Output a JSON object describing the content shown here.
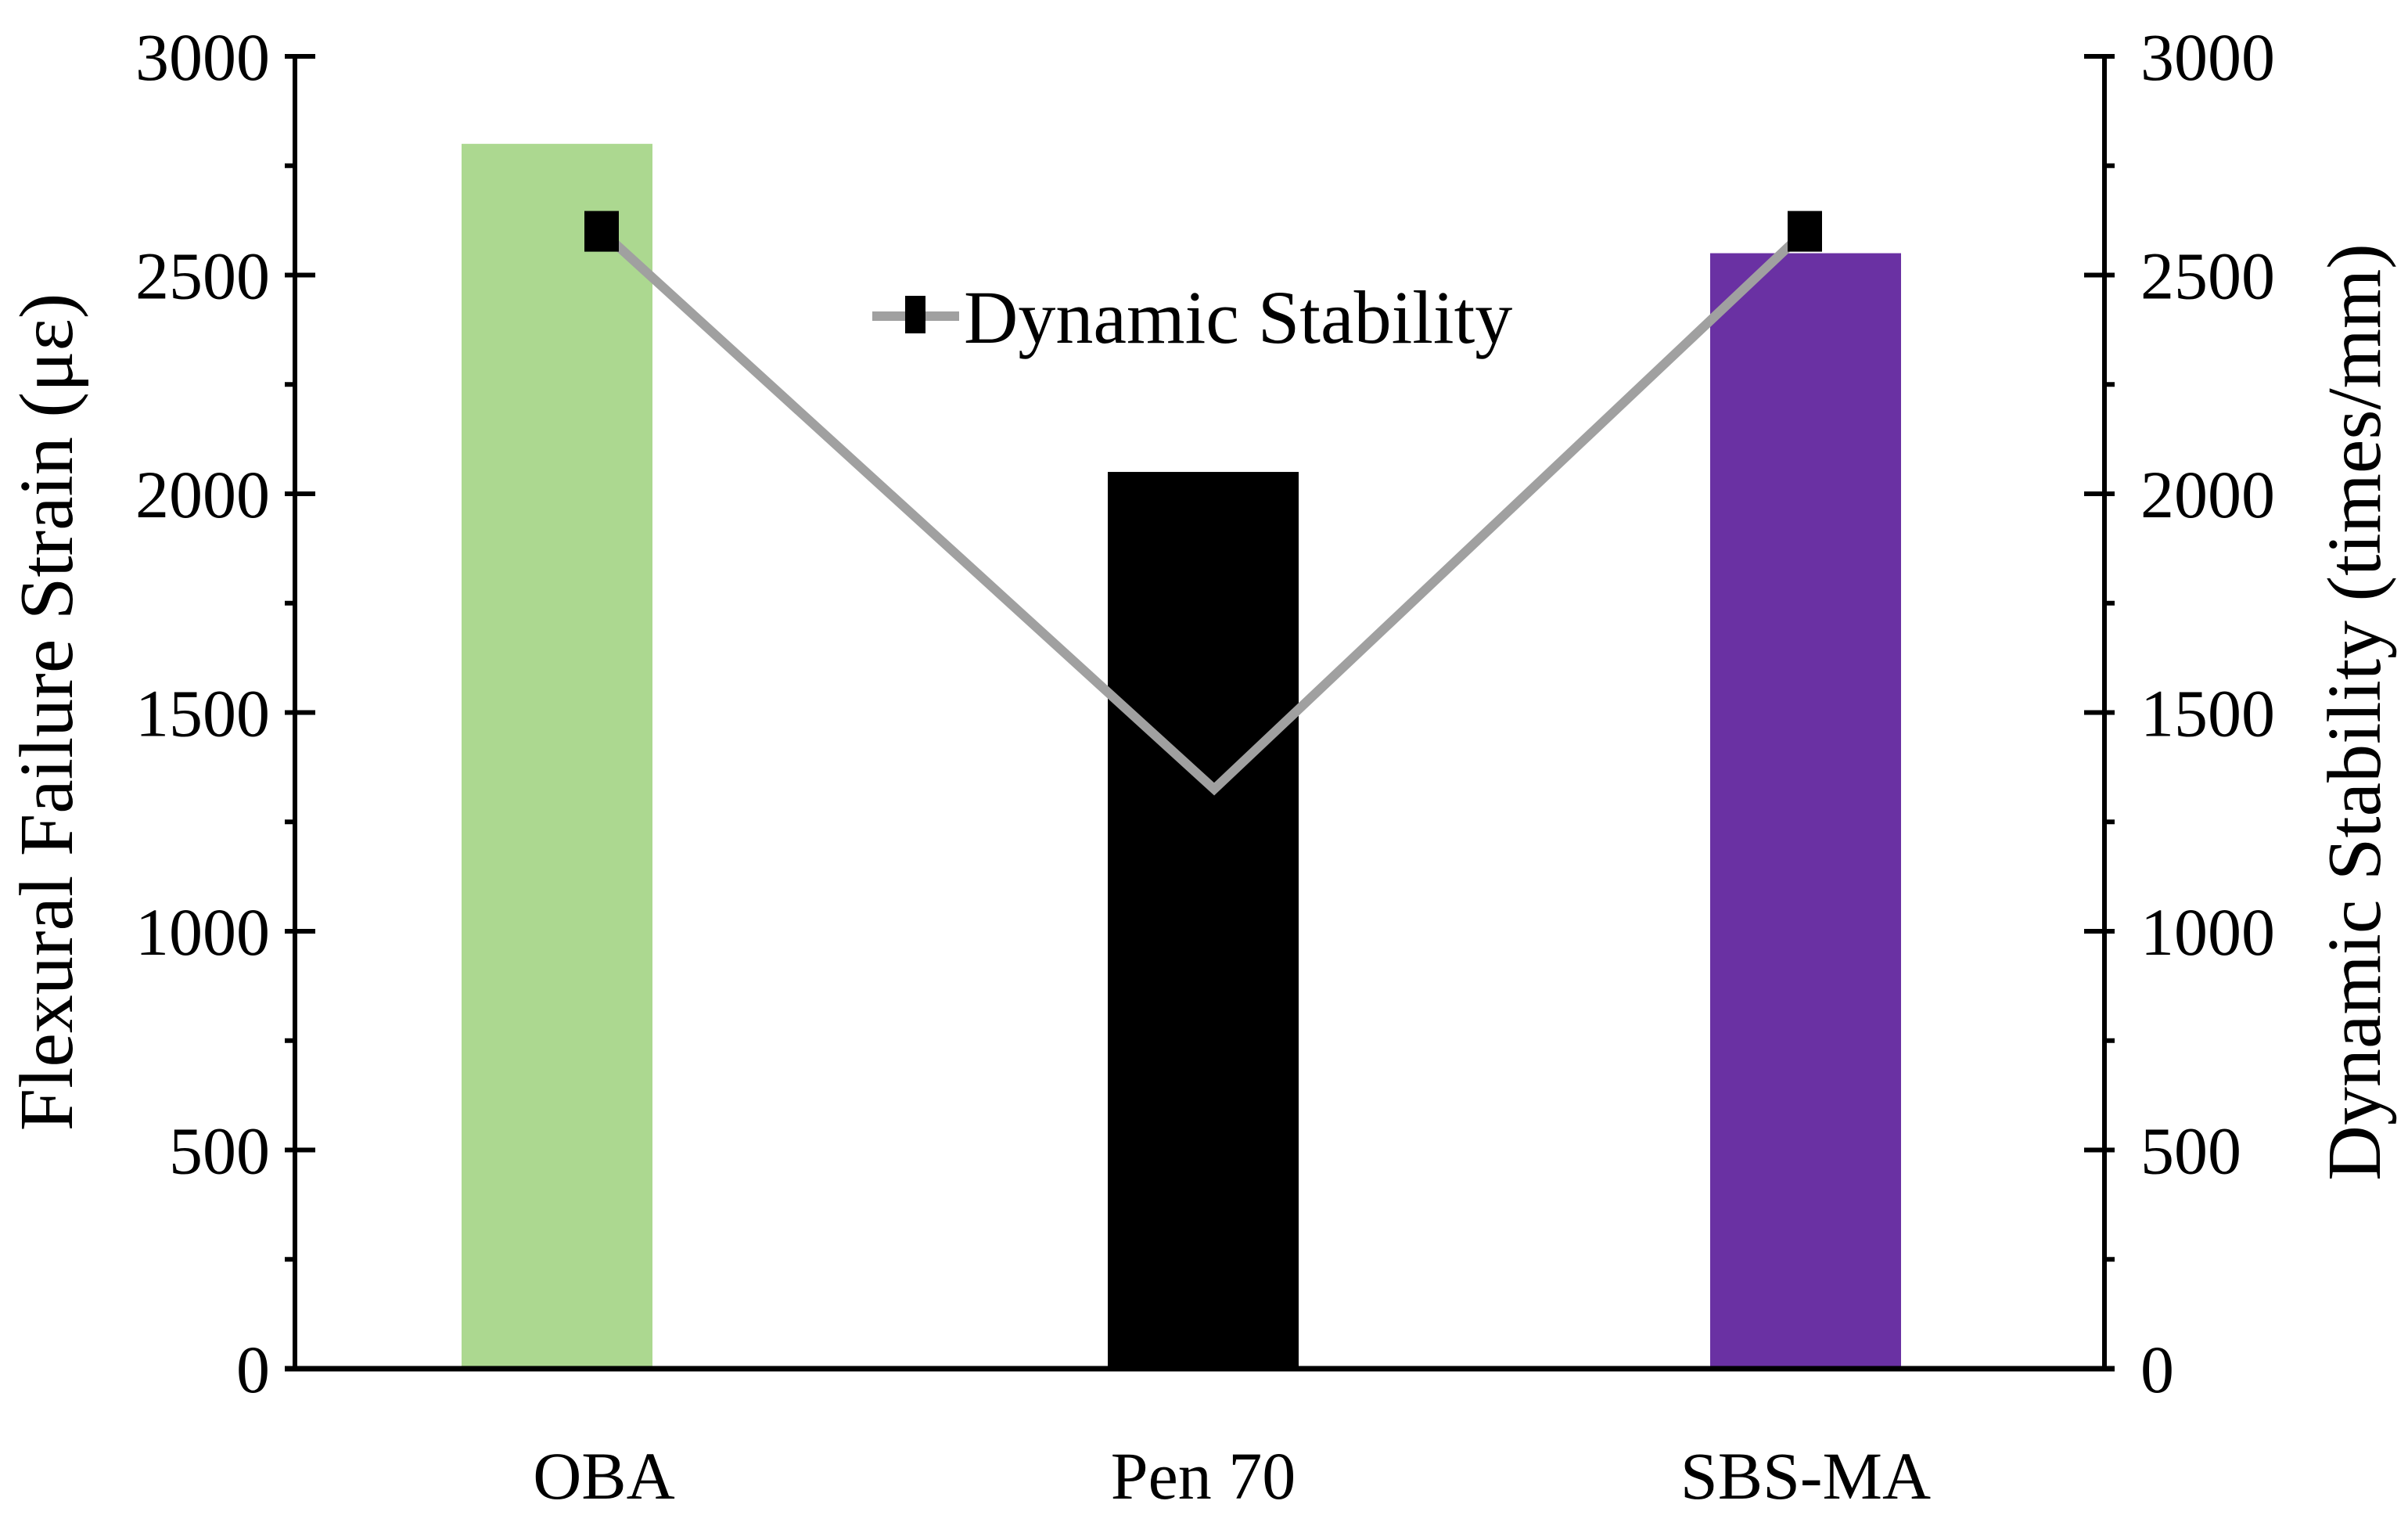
{
  "chart_data": {
    "type": "bar",
    "title": "",
    "categories": [
      "OBA",
      "Pen 70",
      "SBS-MA"
    ],
    "series": [
      {
        "name": "Flexural Failure Strain",
        "type": "bar",
        "axis": "left",
        "values": [
          2800,
          2050,
          2550
        ],
        "colors": [
          "#acd890",
          "#000000",
          "#6a31a3"
        ]
      },
      {
        "name": "Dynamic Stability",
        "type": "line",
        "axis": "right",
        "values": [
          2600,
          1325,
          2600
        ],
        "line_color": "#a0a0a0",
        "marker": "square",
        "marker_color": "#000000"
      }
    ],
    "xlabel": "",
    "ylabel": "Flexural Failure Strain (με)",
    "ylabel_right": "Dynamic Stability (times/mm)",
    "ylim": [
      0,
      3000
    ],
    "ylim_right": [
      0,
      3000
    ],
    "yticks": [
      0,
      500,
      1000,
      1500,
      2000,
      2500,
      3000
    ],
    "yticks_right": [
      0,
      500,
      1000,
      1500,
      2000,
      2500,
      3000
    ],
    "minor_tick_step": 250,
    "grid": false,
    "legend": {
      "entries": [
        "Dynamic Stability"
      ],
      "position": "upper center"
    }
  },
  "labels": {
    "ylabel_left": "Flexural Failure Strain (με)",
    "ylabel_right": "Dynamic Stability (times/mm)",
    "legend_line": "Dynamic Stability",
    "categories": [
      "OBA",
      "Pen 70",
      "SBS-MA"
    ],
    "yticks_left": [
      "0",
      "500",
      "1000",
      "1500",
      "2000",
      "2500",
      "3000"
    ],
    "yticks_right": [
      "0",
      "500",
      "1000",
      "1500",
      "2000",
      "2500",
      "3000"
    ]
  }
}
